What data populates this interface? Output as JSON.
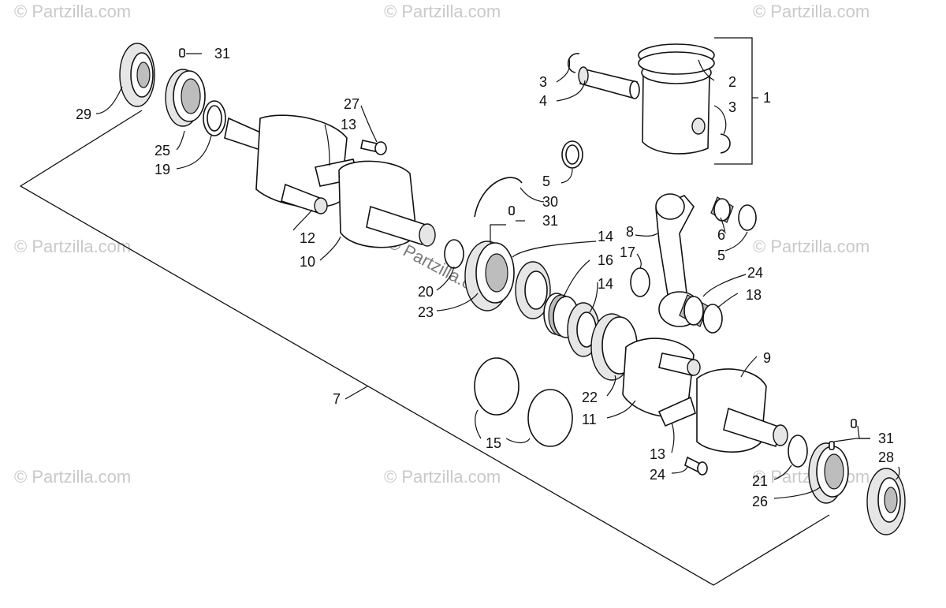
{
  "watermark": {
    "text": "© Partzilla.com"
  },
  "callouts": {
    "c1": "1",
    "c2": "2",
    "c3a": "3",
    "c3b": "3",
    "c4": "4",
    "c5a": "5",
    "c5b": "5",
    "c6": "6",
    "c7": "7",
    "c8": "8",
    "c9": "9",
    "c10": "10",
    "c11": "11",
    "c12": "12",
    "c13a": "13",
    "c13b": "13",
    "c14a": "14",
    "c14b": "14",
    "c15": "15",
    "c16": "16",
    "c17": "17",
    "c18": "18",
    "c19": "19",
    "c20": "20",
    "c21": "21",
    "c22": "22",
    "c23": "23",
    "c24a": "24",
    "c24b": "24",
    "c25": "25",
    "c26": "26",
    "c27": "27",
    "c28": "28",
    "c29": "29",
    "c30": "30",
    "c31a": "31",
    "c31b": "31",
    "c31c": "31"
  }
}
